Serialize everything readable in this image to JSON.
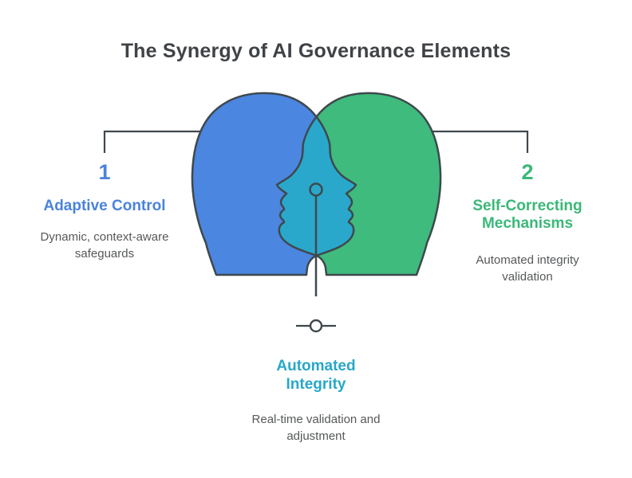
{
  "title": "The Synergy of AI Governance Elements",
  "colors": {
    "blue_head": "#4b86e0",
    "green_head": "#3ebb7d",
    "overlap_teal": "#29a8cc",
    "outline": "#3f484d",
    "title_text": "#3f4347",
    "body_text": "#56585a",
    "blue_text": "#4a82dc",
    "green_text": "#3bb878",
    "teal_text": "#28a7ca"
  },
  "items": {
    "left": {
      "number": "1",
      "heading": "Adaptive Control",
      "description": "Dynamic, context-aware safeguards"
    },
    "right": {
      "number": "2",
      "heading": "Self-Correcting Mechanisms",
      "description": "Automated integrity validation"
    },
    "bottom": {
      "heading": "Automated Integrity",
      "description": "Real-time validation and adjustment"
    }
  },
  "figure": {
    "left_head_icon": "blue-head-profile-facing-right",
    "right_head_icon": "green-head-profile-facing-left",
    "overlap_icon": "teal-intersection-of-heads",
    "pin_icon": "circle-with-drop-line",
    "marker_icon": "line-circle-line-node"
  }
}
